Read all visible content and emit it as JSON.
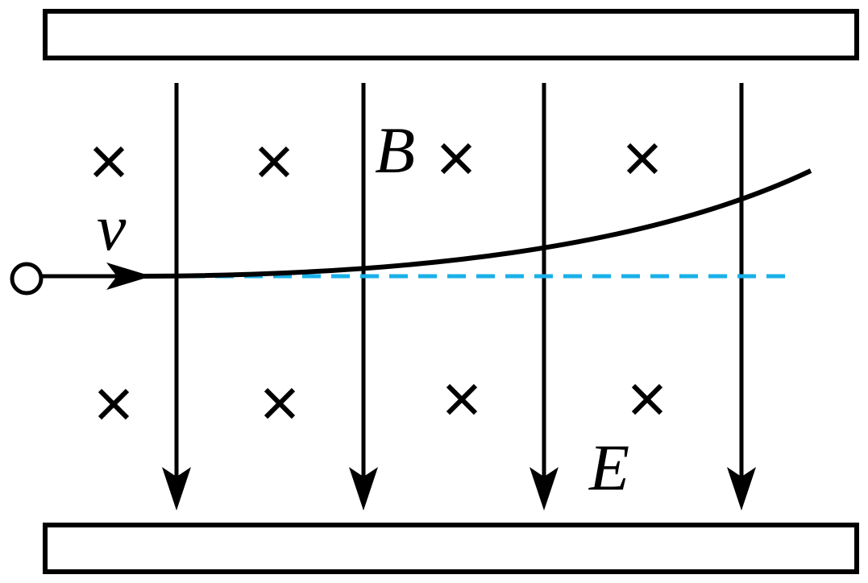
{
  "labels": {
    "velocity": "v",
    "magnetic_field": "B",
    "electric_field": "E"
  },
  "colors": {
    "stroke": "#000000",
    "reference_line": "#1ab0e8",
    "background": "#ffffff"
  },
  "icons": {
    "field_into_page": "cross-icon",
    "particle": "open-circle-icon",
    "field_line_arrow": "arrowhead-down-icon",
    "velocity_arrow": "arrowhead-right-icon"
  }
}
